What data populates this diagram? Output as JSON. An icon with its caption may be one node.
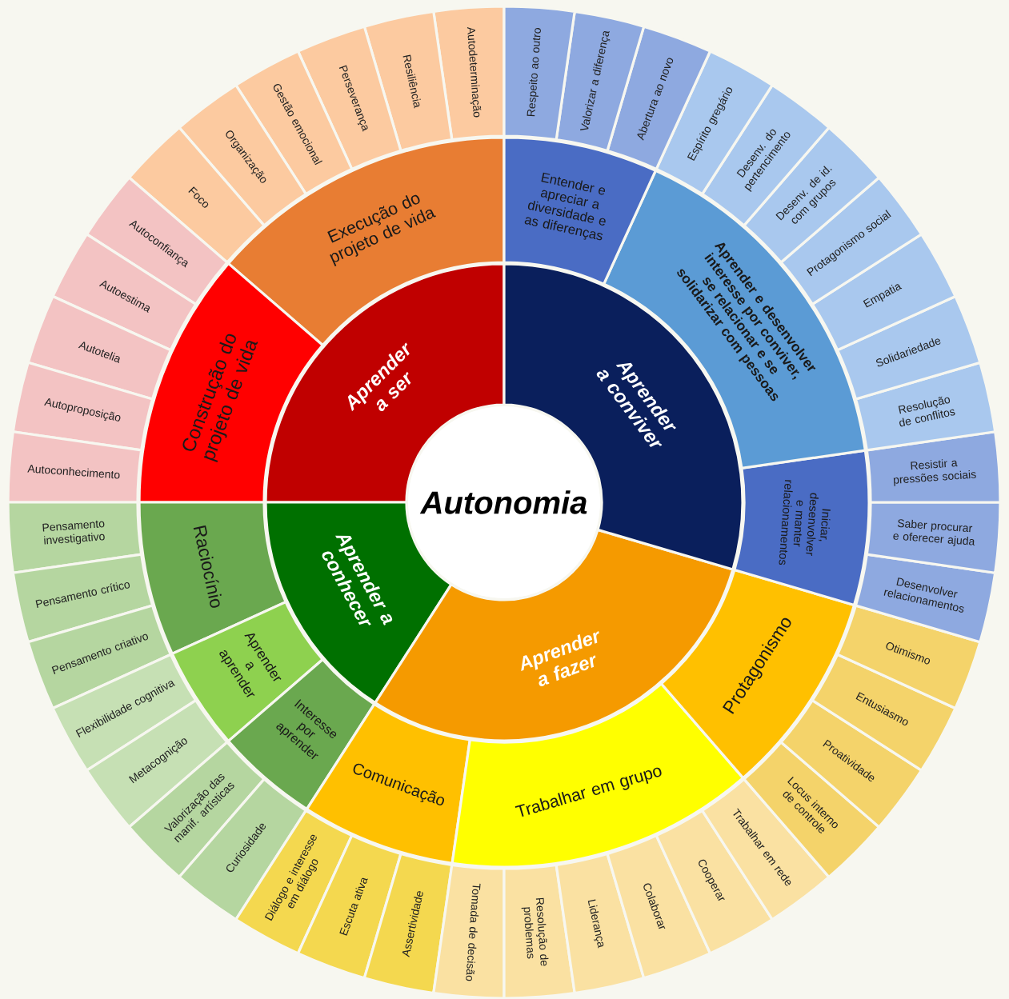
{
  "diagram": {
    "nodes": [
      {
        "text": [
          "Autonomia"
        ]
      },
      {
        "text": [
          "Aprender a ser"
        ]
      },
      {
        "text": [
          "Aprender a conhecer"
        ]
      },
      {
        "text": [
          "Aprender a fazer"
        ]
      },
      {
        "text": [
          "Aprender a conviver"
        ]
      },
      {
        "text": [
          "Execução do projeto de vida"
        ]
      },
      {
        "text": [
          "Construção do projeto de vida"
        ]
      },
      {
        "text": [
          "Raciocínio"
        ]
      },
      {
        "text": [
          "Aprender a aprender"
        ]
      },
      {
        "text": [
          "Interesse por aprender"
        ]
      },
      {
        "text": [
          "Comunicação"
        ]
      },
      {
        "text": [
          "Trabalhar em grupo"
        ]
      },
      {
        "text": [
          "Protagonismo"
        ]
      },
      {
        "text": [
          "Iniciar, desenvolver e manter relacionamentos"
        ]
      },
      {
        "text": [
          "Aprender e desenvolver interesse por conviver, se relacionar e se solidarizar com pessoas"
        ]
      },
      {
        "text": [
          "Entender e apreciar a diversidade e as diferenças"
        ]
      },
      {
        "text": [
          "Autodeterminação"
        ]
      },
      {
        "text": [
          "Resiliência"
        ]
      },
      {
        "text": [
          "Perseverança"
        ]
      },
      {
        "text": [
          "Gestão emocional"
        ]
      },
      {
        "text": [
          "Organização"
        ]
      },
      {
        "text": [
          "Foco"
        ]
      },
      {
        "text": [
          "Autoconfiança"
        ]
      },
      {
        "text": [
          "Autoestima"
        ]
      },
      {
        "text": [
          "Autotelia"
        ]
      },
      {
        "text": [
          "Autoproposição"
        ]
      },
      {
        "text": [
          "Autoconhecimento"
        ]
      },
      {
        "text": [
          "Pensamento investigativo"
        ]
      },
      {
        "text": [
          "Pensamento crítico"
        ]
      },
      {
        "text": [
          "Pensamento criativo"
        ]
      },
      {
        "text": [
          "Flexibilidade cognitiva"
        ]
      },
      {
        "text": [
          "Metacognição"
        ]
      },
      {
        "text": [
          "Valorização das manif. artísticas"
        ]
      },
      {
        "text": [
          "Curiosidade"
        ]
      },
      {
        "text": [
          "Diálogo e interesse em diálogo"
        ]
      },
      {
        "text": [
          "Escuta ativa"
        ]
      },
      {
        "text": [
          "Assertividade"
        ]
      },
      {
        "text": [
          "Tomada de decisão"
        ]
      },
      {
        "text": [
          "Resolução de problemas"
        ]
      },
      {
        "text": [
          "Liderança"
        ]
      },
      {
        "text": [
          "Colaborar"
        ]
      },
      {
        "text": [
          "Cooperar"
        ]
      },
      {
        "text": [
          "Trabalhar em rede"
        ]
      },
      {
        "text": [
          "Locus interno de controle"
        ]
      },
      {
        "text": [
          "Proatividade"
        ]
      },
      {
        "text": [
          "Entusiasmo"
        ]
      },
      {
        "text": [
          "Otimismo"
        ]
      },
      {
        "text": [
          "Desenvolver relacionamentos"
        ]
      },
      {
        "text": [
          "Saber procurar e oferecer ajuda"
        ]
      },
      {
        "text": [
          "Resistir a pressões sociais"
        ]
      },
      {
        "text": [
          "Resolução de conflitos"
        ]
      },
      {
        "text": [
          "Solidariedade"
        ]
      },
      {
        "text": [
          "Empatia"
        ]
      },
      {
        "text": [
          "Protagonismo social"
        ]
      },
      {
        "text": [
          "Desenv. de id. com grupos"
        ]
      },
      {
        "text": [
          "Desenv. do pertencimento"
        ]
      },
      {
        "text": [
          "Espírito gregário"
        ]
      },
      {
        "text": [
          "Abertura ao novo"
        ]
      },
      {
        "text": [
          "Valorizar a diferença"
        ]
      },
      {
        "text": [
          "Respeito ao outro"
        ]
      }
    ]
  }
}
